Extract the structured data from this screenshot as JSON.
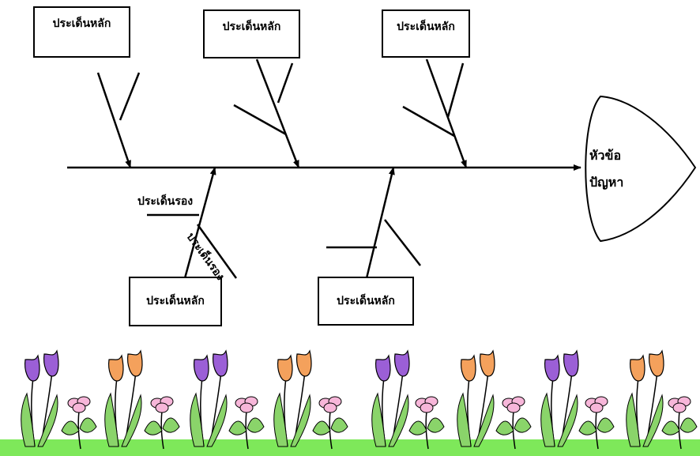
{
  "problem_head": {
    "line1": "หัวข้อ",
    "line2": "ปัญหา"
  },
  "main_causes": [
    {
      "label": "ประเด็นหลัก"
    },
    {
      "label": "ประเด็นหลัก"
    },
    {
      "label": "ประเด็นหลัก"
    },
    {
      "label": "ประเด็นหลัก"
    },
    {
      "label": "ประเด็นหลัก"
    }
  ],
  "sub_causes": [
    {
      "label": "ประเด็นรอง"
    },
    {
      "label": "ประเด็นรอง"
    }
  ],
  "colors": {
    "line": "#000000",
    "grass": "#7ee85a",
    "tulip_purple": "#9b5fd6",
    "tulip_orange": "#f4a15c",
    "flower_pink": "#f7b6d9",
    "leaf": "#8ad46a"
  },
  "decoration": {
    "flower_border_icon": "tulip-flower-border"
  }
}
